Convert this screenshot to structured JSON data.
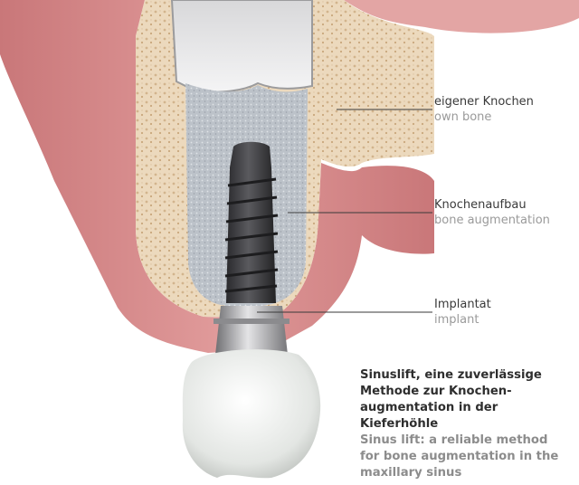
{
  "labels": {
    "own_bone": {
      "de": "eigener Knochen",
      "en": "own bone"
    },
    "augmentation": {
      "de": "Knochenaufbau",
      "en": "bone augmentation"
    },
    "implant": {
      "de": "Implantat",
      "en": "implant"
    }
  },
  "caption": {
    "de_lines": [
      "Sinuslift, eine zuverlässige",
      "Methode zur Knochen-",
      "augmentation in der Kieferhöhle"
    ],
    "en_lines": [
      "Sinus lift: a reliable method",
      "for bone augmentation in the",
      "maxillary sinus"
    ]
  },
  "colors": {
    "gum": "#d98a8b",
    "gum_dark": "#c57273",
    "bone": "#ecd9bd",
    "augmentation": "#b9bfc6",
    "implant": "#3d3d40",
    "collar": "#b7b7b9",
    "crown": "#eef0ee",
    "leader": "#3a3a3a"
  }
}
